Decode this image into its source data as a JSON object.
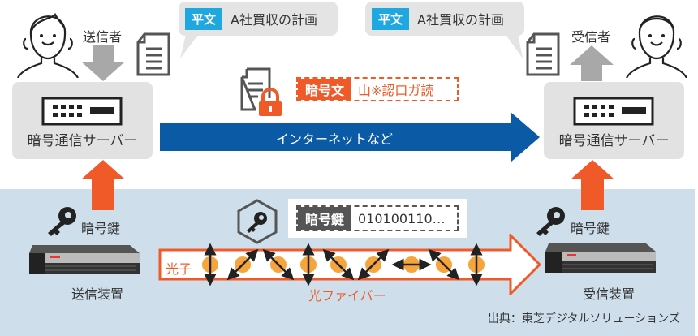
{
  "sender": {
    "label": "送信者",
    "server_label": "暗号通信サーバー",
    "key_label": "暗号鍵",
    "device_label": "送信装置"
  },
  "receiver": {
    "label": "受信者",
    "server_label": "暗号通信サーバー",
    "key_label": "暗号鍵",
    "device_label": "受信装置"
  },
  "plaintext_bubbles": [
    {
      "tag": "平文",
      "text": "A社買収の計画"
    },
    {
      "tag": "平文",
      "text": "A社買収の計画"
    }
  ],
  "ciphertext": {
    "tag": "暗号文",
    "text": "山※認口ガ読"
  },
  "internet": {
    "label": "インターネットなど"
  },
  "quantum_key": {
    "tag": "暗号鍵",
    "bits": "010100110…"
  },
  "fiber": {
    "photon_label": "光子",
    "label": "光ファイバー",
    "photon_polarizations": [
      "vertical",
      "diagonal-up",
      "diagonal-down",
      "vertical",
      "diagonal-down",
      "diagonal-up",
      "horizontal",
      "diagonal-down",
      "vertical"
    ]
  },
  "source": "出典：東芝デジタルソリューションズ",
  "colors": {
    "orange": "#f05a28",
    "blue_arrow": "#0b5aa5",
    "cyan_tag": "#1fa7e0",
    "panel": "#cedfeb",
    "photon": "#f6a43c",
    "gray_arrow": "#a8a8a8"
  }
}
